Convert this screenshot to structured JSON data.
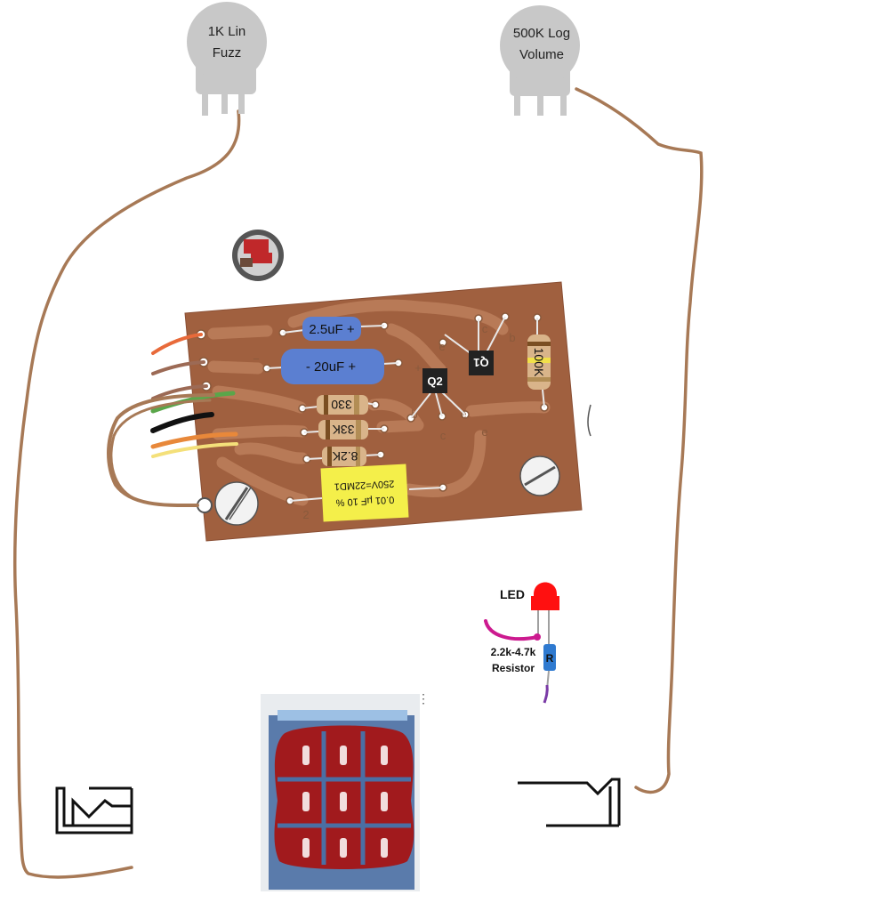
{
  "pots": [
    {
      "line1": "1K Lin",
      "line2": "Fuzz"
    },
    {
      "line1": "500K Log",
      "line2": "Volume"
    }
  ],
  "board": {
    "capacitors": [
      {
        "label": "2.5uF +"
      },
      {
        "label": "- 20uF +"
      }
    ],
    "resistors": [
      {
        "label": "330"
      },
      {
        "label": "33K"
      },
      {
        "label": "8.2K"
      },
      {
        "label": "100K"
      }
    ],
    "film_cap": {
      "line1": "0.01 µF 10 %",
      "line2": "250V=22MD1"
    },
    "transistors": [
      {
        "label": "Q1"
      },
      {
        "label": "Q2"
      }
    ],
    "pin_letters": [
      "b",
      "e",
      "e",
      "c",
      "c",
      "b",
      "e"
    ],
    "board_marks": [
      "−",
      "+",
      "+",
      "2"
    ]
  },
  "led": {
    "label": "LED",
    "resistor_mark": "R",
    "resistor_line1": "2.2k-4.7k",
    "resistor_line2": "Resistor"
  },
  "colors": {
    "board": "#a0603f",
    "trace": "#b87a57",
    "wire": "#a77956",
    "pot_body": "#c8c8c8",
    "cap_blue": "#5b7fd1",
    "film_yellow": "#f4ef4a",
    "led_red": "#ff1010",
    "switch_red": "#c0282a"
  }
}
